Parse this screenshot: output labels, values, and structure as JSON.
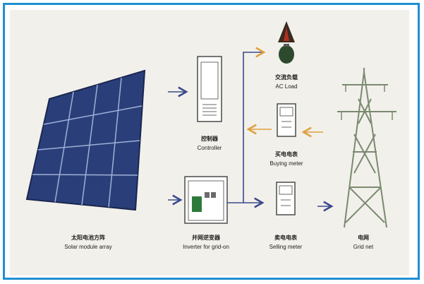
{
  "colors": {
    "frame": "#1f8fd0",
    "background": "#f2f0ea",
    "solar_panel": "#2a3f7a",
    "arrow_blue": "#3a4a8c",
    "arrow_orange": "#e0a040",
    "tower": "#7a8a70"
  },
  "nodes": {
    "solar": {
      "cn": "太阳电池方阵",
      "en": "Solar module array",
      "icon": "solar-panel-icon"
    },
    "controller": {
      "cn": "控制器",
      "en": "Controller",
      "icon": "controller-cabinet-icon"
    },
    "inverter": {
      "cn": "并网逆变器",
      "en": "Inverter for grid-on",
      "icon": "inverter-box-icon"
    },
    "ac_load": {
      "cn": "交流负载",
      "en": "AC Load",
      "icon": "lamp-icon"
    },
    "buying_meter": {
      "cn": "买电电表",
      "en": "Buying meter",
      "icon": "electric-meter-icon"
    },
    "selling_meter": {
      "cn": "卖电电表",
      "en": "Selling meter",
      "icon": "electric-meter-icon"
    },
    "grid": {
      "cn": "电网",
      "en": "Grid net",
      "icon": "power-tower-icon"
    }
  }
}
